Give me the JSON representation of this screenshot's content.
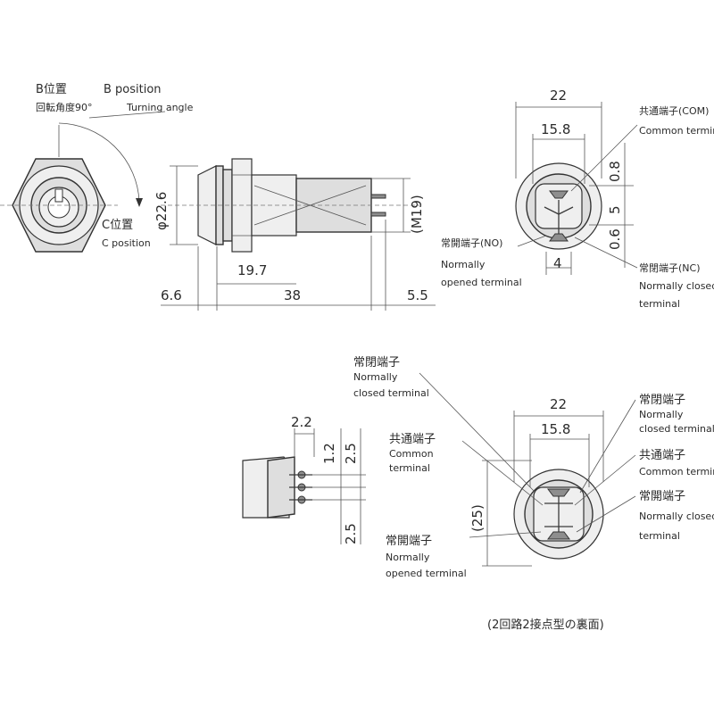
{
  "top_left": {
    "b_position_jp": "B位置",
    "b_position_en": "B position",
    "turning_angle_jp": "回転角度90°",
    "turning_angle_en": "Turning angle",
    "c_position_jp": "C位置",
    "c_position_en": "C position"
  },
  "side_view": {
    "diameter": "φ22.6",
    "thread": "(M19)",
    "dim_19_7": "19.7",
    "dim_6_6": "6.6",
    "dim_38": "38",
    "dim_5_5": "5.5"
  },
  "rear_view_1": {
    "dim_22": "22",
    "dim_15_8": "15.8",
    "dim_0_8": "0.8",
    "dim_5": "5",
    "dim_0_6": "0.6",
    "dim_4": "4",
    "com_jp": "共通端子(COM)",
    "com_en": "Common terminal",
    "no_jp": "常開端子(NO)",
    "no_en_1": "Normally",
    "no_en_2": "opened terminal",
    "nc_jp": "常閉端子(NC)",
    "nc_en_1": "Normally closed",
    "nc_en_2": "terminal"
  },
  "terminal_detail": {
    "dim_2_2": "2.2",
    "dim_1_2": "1.2",
    "dim_2_5_top": "2.5",
    "dim_2_5_bottom": "2.5"
  },
  "rear_view_2": {
    "dim_22": "22",
    "dim_15_8": "15.8",
    "dim_25": "(25)",
    "nc_left_jp": "常閉端子",
    "nc_left_en_1": "Normally",
    "nc_left_en_2": "closed terminal",
    "com_left_jp": "共通端子",
    "com_left_en_1": "Common",
    "com_left_en_2": "terminal",
    "no_left_jp": "常開端子",
    "no_left_en_1": "Normally",
    "no_left_en_2": "opened terminal",
    "nc_right_jp": "常閉端子",
    "nc_right_en_1": "Normally",
    "nc_right_en_2": "closed terminal",
    "com_right_jp": "共通端子",
    "com_right_en": "Common terminal",
    "no_right_jp": "常開端子",
    "no_right_en_1": "Normally closed",
    "no_right_en_2": "terminal",
    "caption": "(2回路2接点型の裏面)"
  }
}
